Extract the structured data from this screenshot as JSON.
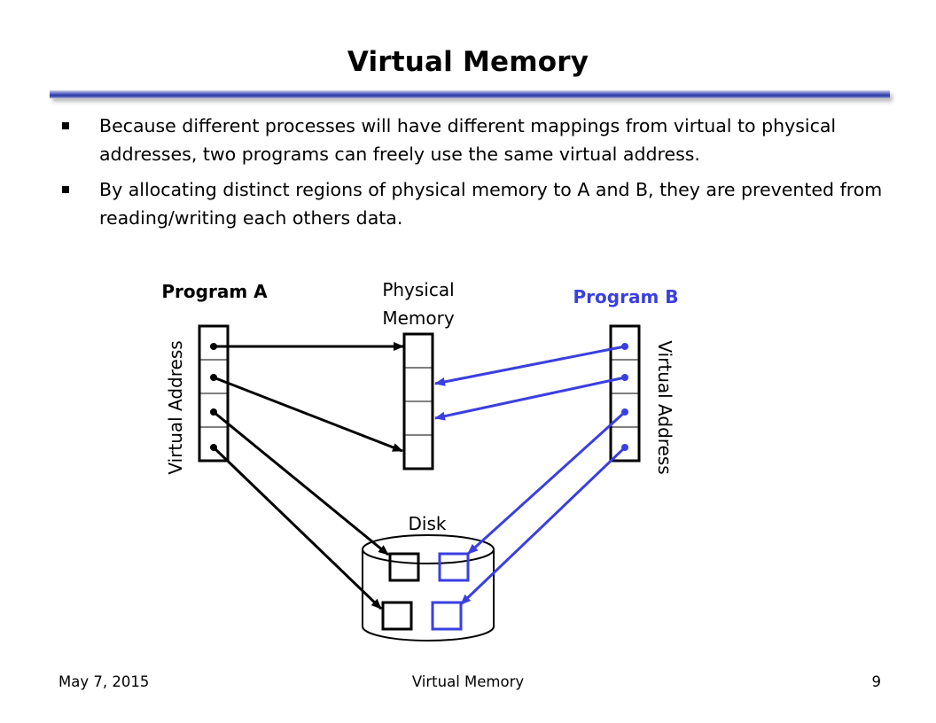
{
  "slide": {
    "title": "Virtual Memory",
    "bullets": [
      "Because different processes will have different mappings from virtual to physical addresses, two programs can freely use the same virtual address.",
      "By allocating distinct regions of physical memory to A and B, they are prevented from reading/writing each others data."
    ]
  },
  "diagram": {
    "program_a_label": "Program A",
    "program_b_label": "Program B",
    "physical_memory_label_line1": "Physical",
    "physical_memory_label_line2": "Memory",
    "virtual_address_label_a": "Virtual Address",
    "virtual_address_label_b": "Virtual Address",
    "disk_label": "Disk",
    "colors": {
      "program_a": "#000000",
      "program_b": "#3a3fe0"
    }
  },
  "footer": {
    "date": "May 7, 2015",
    "title": "Virtual Memory",
    "page": "9"
  }
}
